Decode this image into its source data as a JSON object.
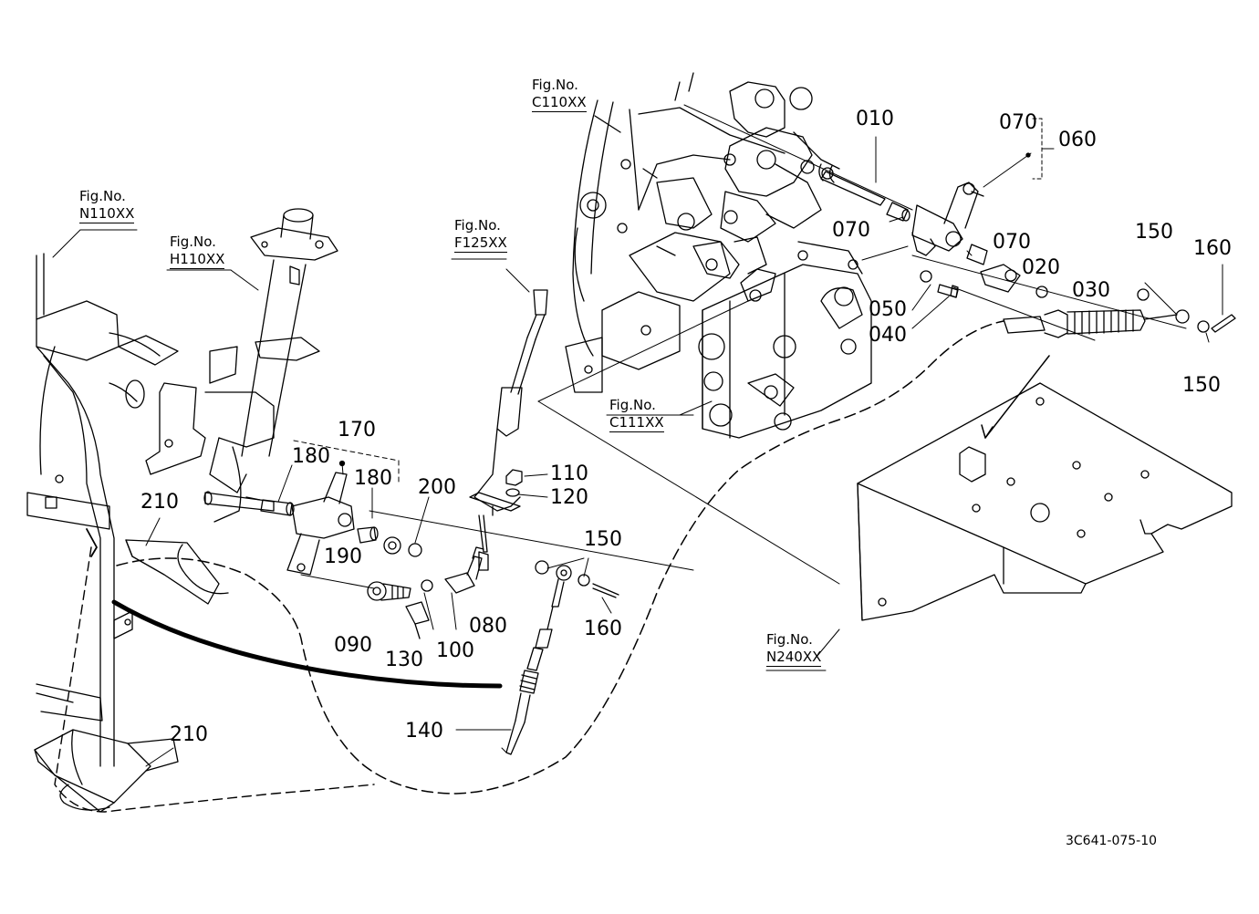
{
  "fig_refs": [
    {
      "id": "c110",
      "label": "Fig.No.",
      "code": "C110XX"
    },
    {
      "id": "n110",
      "label": "Fig.No.",
      "code": "N110XX"
    },
    {
      "id": "h110",
      "label": "Fig.No.",
      "code": "H110XX"
    },
    {
      "id": "f125",
      "label": "Fig.No.",
      "code": "F125XX"
    },
    {
      "id": "c111",
      "label": "Fig.No.",
      "code": "C111XX"
    },
    {
      "id": "n240",
      "label": "Fig.No.",
      "code": "N240XX"
    }
  ],
  "parts": [
    {
      "id": "p010",
      "number": "010"
    },
    {
      "id": "p070a",
      "number": "070"
    },
    {
      "id": "p060",
      "number": "060"
    },
    {
      "id": "p070b",
      "number": "070"
    },
    {
      "id": "p070c",
      "number": "070"
    },
    {
      "id": "p020",
      "number": "020"
    },
    {
      "id": "p030",
      "number": "030"
    },
    {
      "id": "p050",
      "number": "050"
    },
    {
      "id": "p040",
      "number": "040"
    },
    {
      "id": "p150a",
      "number": "150"
    },
    {
      "id": "p160a",
      "number": "160"
    },
    {
      "id": "p150b",
      "number": "150"
    },
    {
      "id": "p170",
      "number": "170"
    },
    {
      "id": "p180a",
      "number": "180"
    },
    {
      "id": "p180b",
      "number": "180"
    },
    {
      "id": "p200",
      "number": "200"
    },
    {
      "id": "p110",
      "number": "110"
    },
    {
      "id": "p120",
      "number": "120"
    },
    {
      "id": "p210a",
      "number": "210"
    },
    {
      "id": "p190",
      "number": "190"
    },
    {
      "id": "p150c",
      "number": "150"
    },
    {
      "id": "p090",
      "number": "090"
    },
    {
      "id": "p100",
      "number": "100"
    },
    {
      "id": "p080",
      "number": "080"
    },
    {
      "id": "p160b",
      "number": "160"
    },
    {
      "id": "p130",
      "number": "130"
    },
    {
      "id": "p140",
      "number": "140"
    },
    {
      "id": "p210b",
      "number": "210"
    }
  ],
  "drawing_code": "3C641-075-10"
}
